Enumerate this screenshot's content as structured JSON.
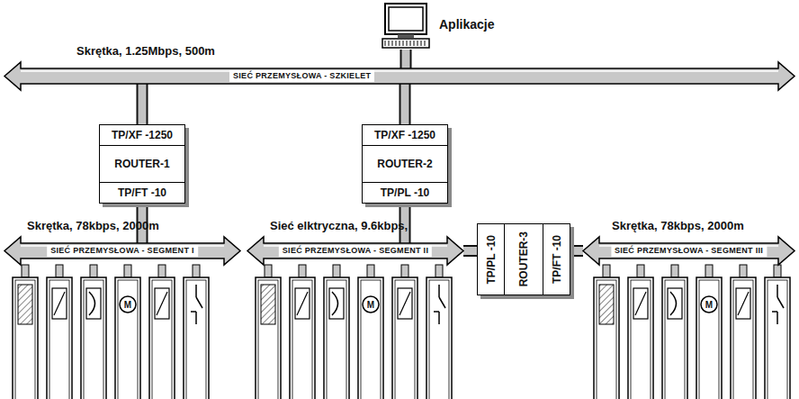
{
  "diagram": {
    "nodes": [
      {
        "text": [
          "Aplikacje"
        ]
      },
      {
        "text": [
          "Skrętka, 1.25Mbps, 500m",
          "SIEĆ PRZEMYSŁOWA - SZKIELET"
        ]
      },
      {
        "text": [
          "ROUTER-1"
        ]
      },
      {
        "text": [
          "TP/XF -1250"
        ],
        "in": 2
      },
      {
        "text": [
          "TP/FT -10"
        ],
        "in": 2
      },
      {
        "text": [
          "ROUTER-2"
        ]
      },
      {
        "text": [
          "TP/XF -1250"
        ],
        "in": 5
      },
      {
        "text": [
          "TP/PL -10"
        ],
        "in": 5
      },
      {
        "text": [
          "Skrętka, 78kbps, 2000m",
          "SIEĆ PRZEMYSŁOWA - SEGMENT I"
        ]
      },
      {
        "text": [
          "Sieć elktryczna, 9.6kbps,",
          "SIEĆ PRZEMYSŁOWA - SEGMENT II"
        ]
      },
      {
        "text": [
          "ROUTER-3"
        ]
      },
      {
        "text": [
          "TP/PL -10"
        ],
        "in": 10
      },
      {
        "text": [
          "TP/FT -10"
        ],
        "in": 10
      },
      {
        "text": [
          "Skrętka, 78kbps, 2000m",
          "SIEĆ PRZEMYSŁOWA - SEGMENT III"
        ]
      }
    ],
    "edges": [
      {
        "from": 0,
        "to": 1,
        "arrow": "none"
      },
      {
        "from": 1,
        "to": 3,
        "arrow": "none"
      },
      {
        "from": 4,
        "to": 8,
        "arrow": "none"
      },
      {
        "from": 1,
        "to": 6,
        "arrow": "none"
      },
      {
        "from": 7,
        "to": 9,
        "arrow": "none"
      },
      {
        "from": 9,
        "to": 11,
        "arrow": "none"
      },
      {
        "from": 12,
        "to": 13,
        "arrow": "none"
      }
    ],
    "labels": [
      "M",
      "M",
      "M"
    ]
  }
}
